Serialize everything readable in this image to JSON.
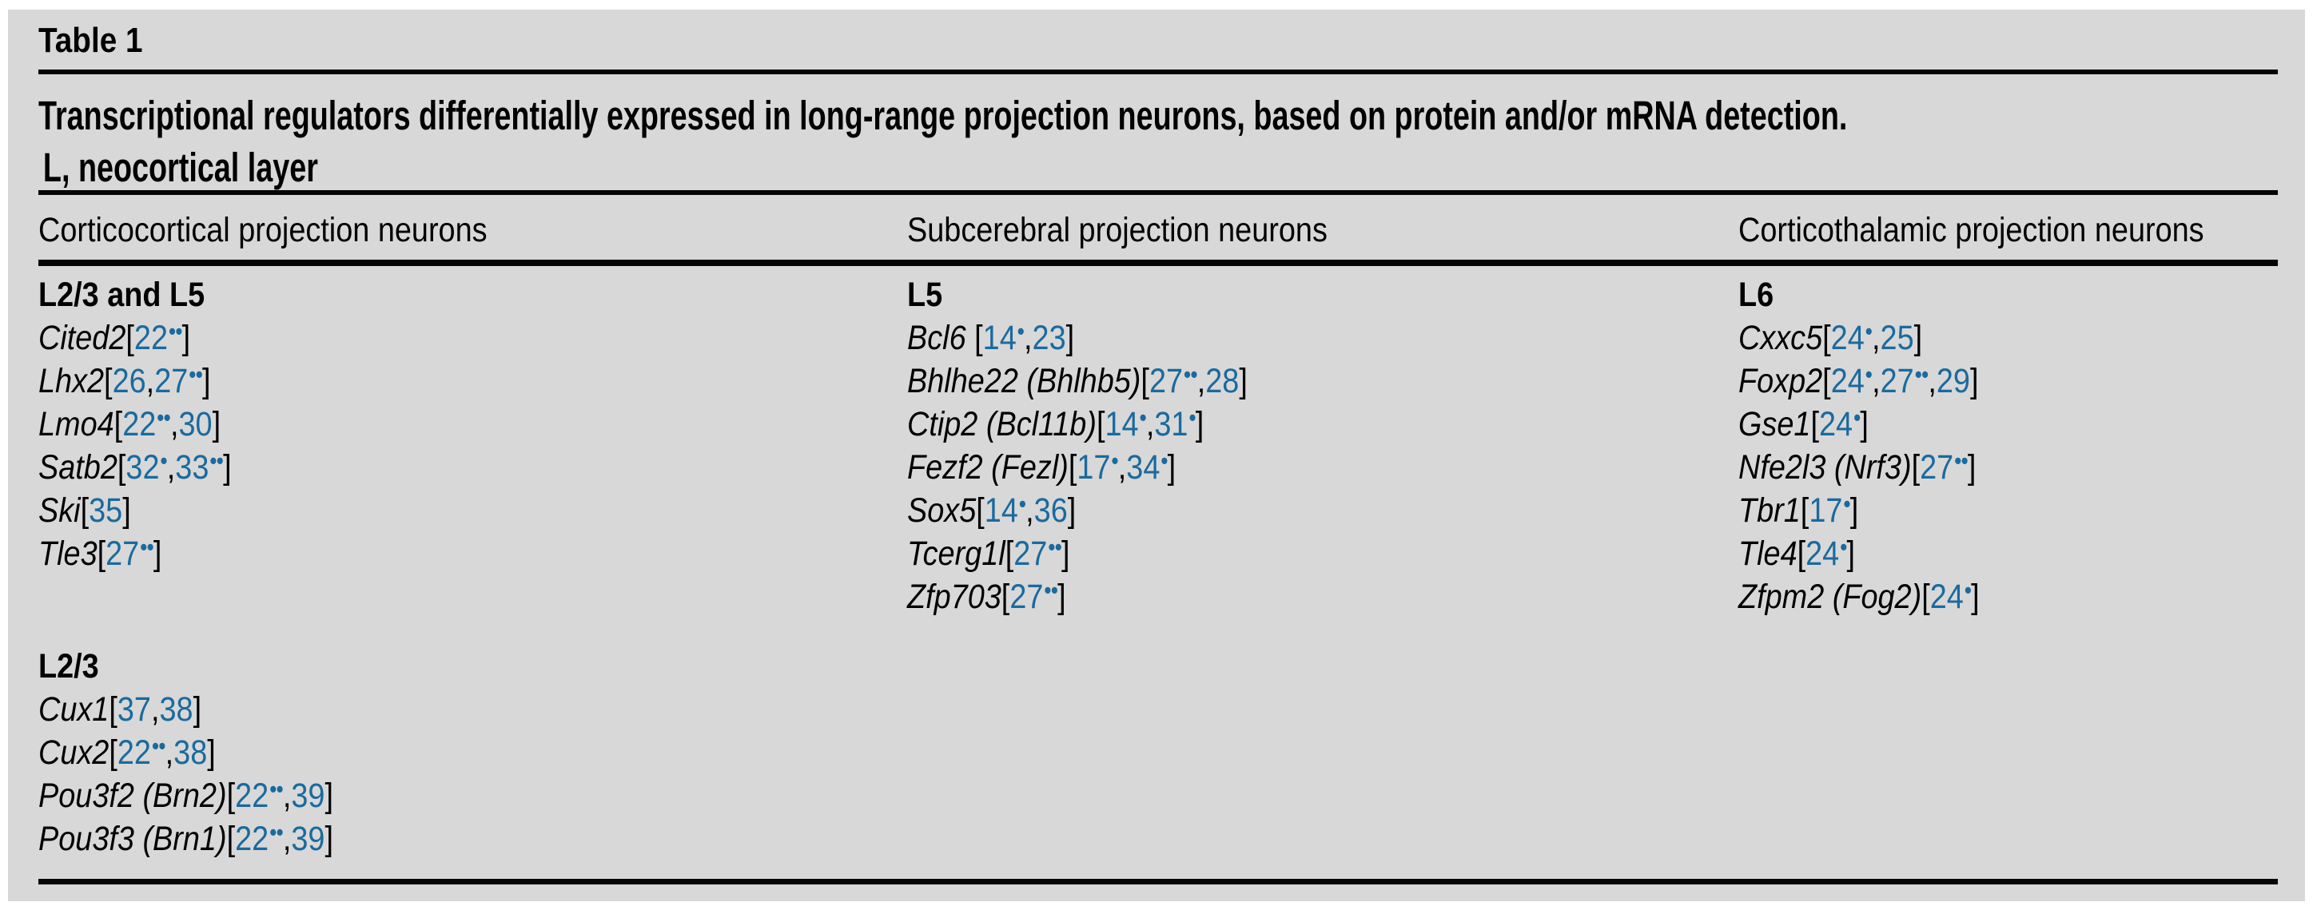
{
  "table": {
    "label": "Table 1",
    "caption_line1": "Transcriptional regulators differentially expressed in long-range projection neurons, based on protein and/or mRNA detection.",
    "caption_line2": "L, neocortical layer",
    "columns": [
      {
        "header": "Corticocortical projection neurons",
        "sections": [
          {
            "layer": "L2/3 and L5",
            "entries": [
              {
                "gene": "Cited2",
                "refs": [
                  {
                    "n": "22",
                    "dots": 2
                  }
                ]
              },
              {
                "gene": "Lhx2",
                "refs": [
                  {
                    "n": "26",
                    "dots": 0
                  },
                  {
                    "n": "27",
                    "dots": 2
                  }
                ]
              },
              {
                "gene": "Lmo4",
                "refs": [
                  {
                    "n": "22",
                    "dots": 2
                  },
                  {
                    "n": "30",
                    "dots": 0
                  }
                ]
              },
              {
                "gene": "Satb2",
                "refs": [
                  {
                    "n": "32",
                    "dots": 1
                  },
                  {
                    "n": "33",
                    "dots": 2
                  }
                ]
              },
              {
                "gene": "Ski",
                "refs": [
                  {
                    "n": "35",
                    "dots": 0
                  }
                ]
              },
              {
                "gene": "Tle3",
                "refs": [
                  {
                    "n": "27",
                    "dots": 2
                  }
                ]
              }
            ]
          },
          {
            "layer": "L2/3",
            "entries": [
              {
                "gene": "Cux1",
                "refs": [
                  {
                    "n": "37",
                    "dots": 0
                  },
                  {
                    "n": "38",
                    "dots": 0
                  }
                ]
              },
              {
                "gene": "Cux2",
                "refs": [
                  {
                    "n": "22",
                    "dots": 2
                  },
                  {
                    "n": "38",
                    "dots": 0
                  }
                ]
              },
              {
                "gene": "Pou3f2 (Brn2)",
                "refs": [
                  {
                    "n": "22",
                    "dots": 2
                  },
                  {
                    "n": "39",
                    "dots": 0
                  }
                ]
              },
              {
                "gene": "Pou3f3 (Brn1)",
                "refs": [
                  {
                    "n": "22",
                    "dots": 2
                  },
                  {
                    "n": "39",
                    "dots": 0
                  }
                ]
              }
            ]
          }
        ]
      },
      {
        "header": "Subcerebral projection neurons",
        "sections": [
          {
            "layer": "L5",
            "entries": [
              {
                "gene": "Bcl6 ",
                "refs": [
                  {
                    "n": "14",
                    "dots": 1
                  },
                  {
                    "n": "23",
                    "dots": 0
                  }
                ]
              },
              {
                "gene": "Bhlhe22 (Bhlhb5)",
                "refs": [
                  {
                    "n": "27",
                    "dots": 2
                  },
                  {
                    "n": "28",
                    "dots": 0
                  }
                ]
              },
              {
                "gene": "Ctip2 (Bcl11b)",
                "refs": [
                  {
                    "n": "14",
                    "dots": 1
                  },
                  {
                    "n": "31",
                    "dots": 1
                  }
                ]
              },
              {
                "gene": "Fezf2 (Fezl)",
                "refs": [
                  {
                    "n": "17",
                    "dots": 1
                  },
                  {
                    "n": "34",
                    "dots": 1
                  }
                ]
              },
              {
                "gene": "Sox5",
                "refs": [
                  {
                    "n": "14",
                    "dots": 1
                  },
                  {
                    "n": "36",
                    "dots": 0
                  }
                ]
              },
              {
                "gene": "Tcerg1l",
                "refs": [
                  {
                    "n": "27",
                    "dots": 2
                  }
                ]
              },
              {
                "gene": "Zfp703",
                "refs": [
                  {
                    "n": "27",
                    "dots": 2
                  }
                ]
              }
            ]
          }
        ]
      },
      {
        "header": "Corticothalamic projection neurons",
        "sections": [
          {
            "layer": "L6",
            "entries": [
              {
                "gene": "Cxxc5",
                "refs": [
                  {
                    "n": "24",
                    "dots": 1
                  },
                  {
                    "n": "25",
                    "dots": 0
                  }
                ]
              },
              {
                "gene": "Foxp2",
                "refs": [
                  {
                    "n": "24",
                    "dots": 1
                  },
                  {
                    "n": "27",
                    "dots": 2
                  },
                  {
                    "n": "29",
                    "dots": 0
                  }
                ]
              },
              {
                "gene": "Gse1",
                "refs": [
                  {
                    "n": "24",
                    "dots": 1
                  }
                ]
              },
              {
                "gene": "Nfe2l3 (Nrf3)",
                "refs": [
                  {
                    "n": "27",
                    "dots": 2
                  }
                ]
              },
              {
                "gene": "Tbr1",
                "refs": [
                  {
                    "n": "17",
                    "dots": 1
                  }
                ]
              },
              {
                "gene": "Tle4",
                "refs": [
                  {
                    "n": "24",
                    "dots": 1
                  }
                ]
              },
              {
                "gene": "Zfpm2 (Fog2)",
                "refs": [
                  {
                    "n": "24",
                    "dots": 1
                  }
                ]
              }
            ]
          }
        ]
      }
    ]
  },
  "colors": {
    "citation_blue": "#1a6a9e",
    "panel_background": "#d8d8d8",
    "text": "#000000",
    "rule": "#050505"
  },
  "symbols": {
    "annotation_dot": "•",
    "open_bracket": "[",
    "close_bracket": "]",
    "separator": ","
  }
}
